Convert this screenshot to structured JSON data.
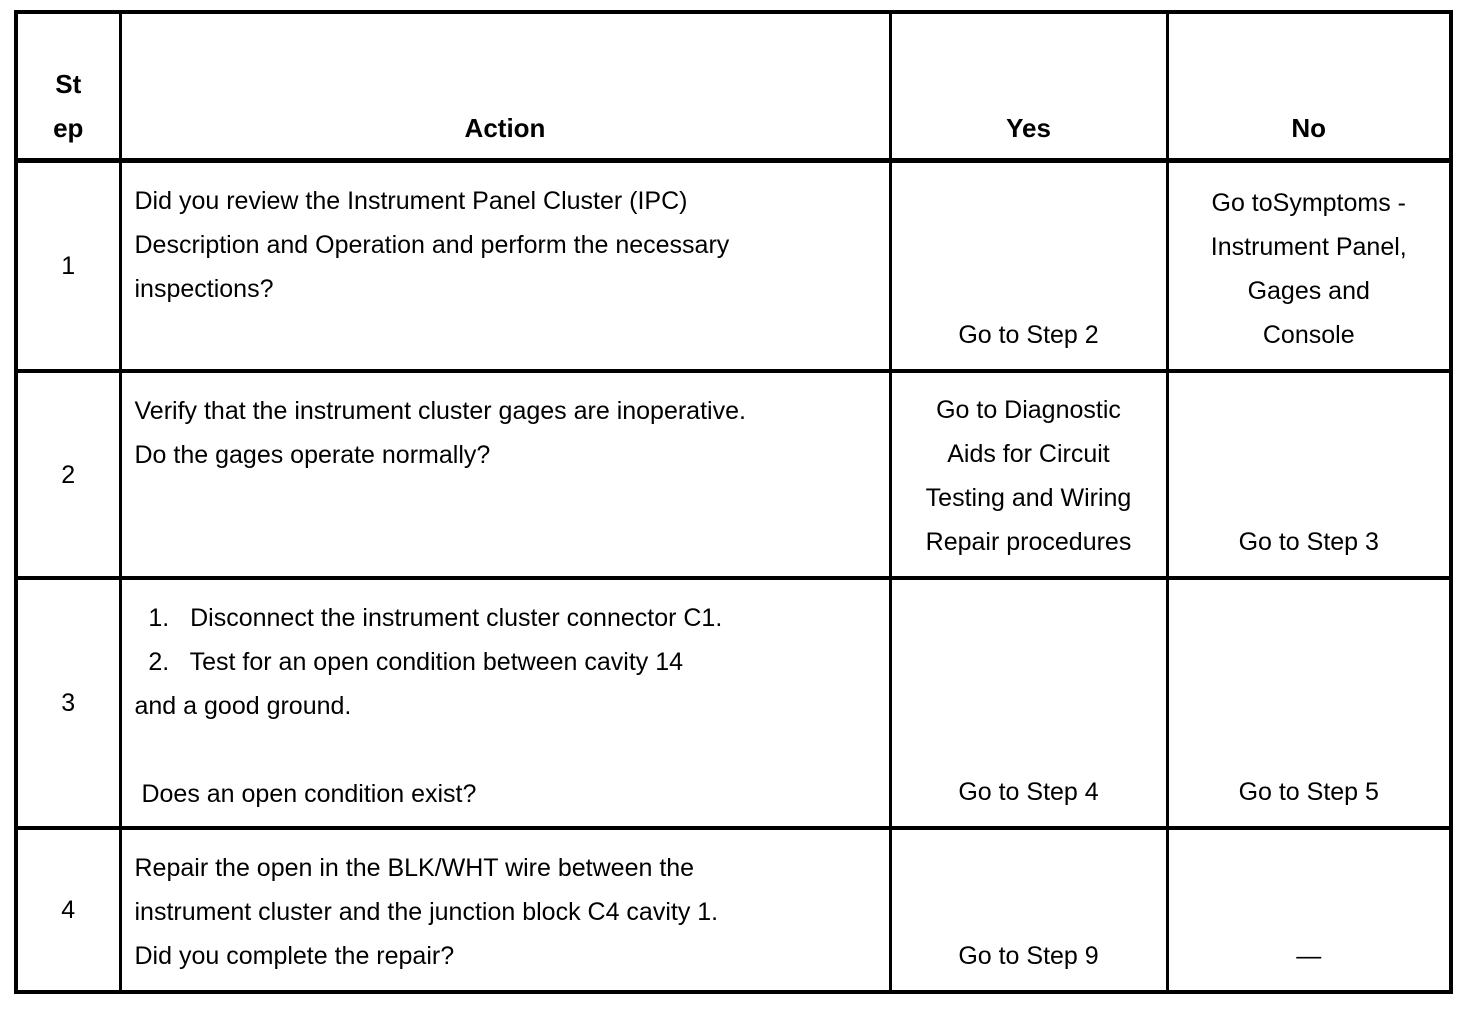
{
  "table": {
    "headers": {
      "step": "St\nep",
      "action": "Action",
      "yes": "Yes",
      "no": "No"
    },
    "rows": [
      {
        "step": "1",
        "action": "Did you review the Instrument Panel Cluster (IPC)\nDescription and Operation and perform the necessary\ninspections?",
        "yes": "Go to Step 2",
        "no": "Go toSymptoms -\nInstrument Panel,\nGages and\nConsole"
      },
      {
        "step": "2",
        "action": "Verify that the instrument cluster gages are inoperative.\nDo the gages operate normally?",
        "yes": "Go to Diagnostic\nAids for Circuit\nTesting and Wiring\nRepair procedures",
        "no": "Go to Step 3"
      },
      {
        "step": "3",
        "action": "  1.   Disconnect the instrument cluster connector C1.\n  2.   Test for an open condition between cavity 14\nand a good ground.\n\n Does an open condition exist?",
        "yes": "Go to Step 4",
        "no": "Go to Step 5"
      },
      {
        "step": "4",
        "action": "Repair the open in the BLK/WHT wire between the\ninstrument cluster and the junction block C4 cavity 1.\nDid you complete the repair?",
        "yes": "Go to Step 9",
        "no": "—"
      }
    ]
  }
}
